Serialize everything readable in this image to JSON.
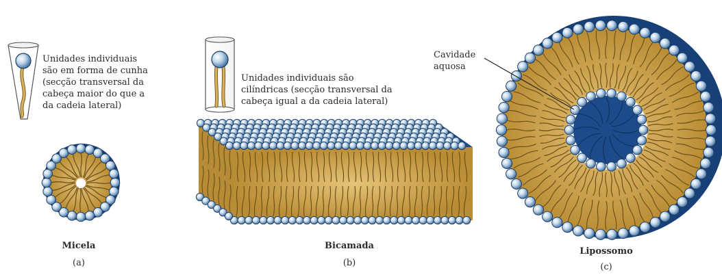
{
  "panels": [
    {
      "id": "a",
      "description_lines": [
        "Unidades individuais",
        "são em forma de cunha",
        "(secção transversal da",
        "cabeça maior do que a",
        "da cadeia lateral)"
      ],
      "caption": "Micela",
      "letter": "(a)"
    },
    {
      "id": "b",
      "description_lines": [
        "Unidades individuais são",
        "cilíndricas (secção transversal da",
        "cabeça igual a da cadeia lateral)"
      ],
      "caption": "Bicamada",
      "letter": "(b)"
    },
    {
      "id": "c",
      "callout_lines": [
        "Cavidade",
        "aquosa"
      ],
      "caption": "Lipossomo",
      "letter": "(c)"
    }
  ],
  "colors": {
    "head_fill": "#c9dcea",
    "head_edge": "#1f3f66",
    "tail": "#c9a24a",
    "tail_dark": "#5a4218",
    "core_water": "#1d4a8a",
    "shadow_blue": "#163a72"
  }
}
